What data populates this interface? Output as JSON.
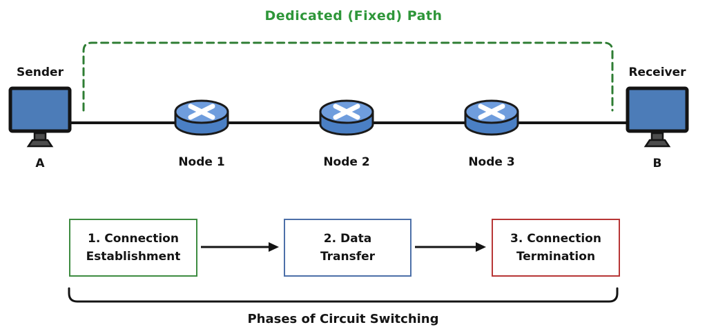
{
  "title": "Dedicated (Fixed) Path",
  "endpoints": {
    "sender": {
      "label": "Sender",
      "letter": "A"
    },
    "receiver": {
      "label": "Receiver",
      "letter": "B"
    }
  },
  "nodes": [
    {
      "label": "Node 1"
    },
    {
      "label": "Node 2"
    },
    {
      "label": "Node 3"
    }
  ],
  "phases": [
    {
      "line1": "1. Connection",
      "line2": "Establishment",
      "border_color": "#3d8b40"
    },
    {
      "line1": "2. Data",
      "line2": "Transfer",
      "border_color": "#4c6fa8"
    },
    {
      "line1": "3. Connection",
      "line2": "Termination",
      "border_color": "#b73535"
    }
  ],
  "bracket_label": "Phases of Circuit Switching",
  "colors": {
    "title_green": "#2e9639",
    "path_green": "#2e7d33",
    "line_dark": "#141414",
    "monitor_blue": "#4c7cb8",
    "router_top_blue": "#6f9ddd",
    "router_body_blue": "#4a7fc4"
  }
}
